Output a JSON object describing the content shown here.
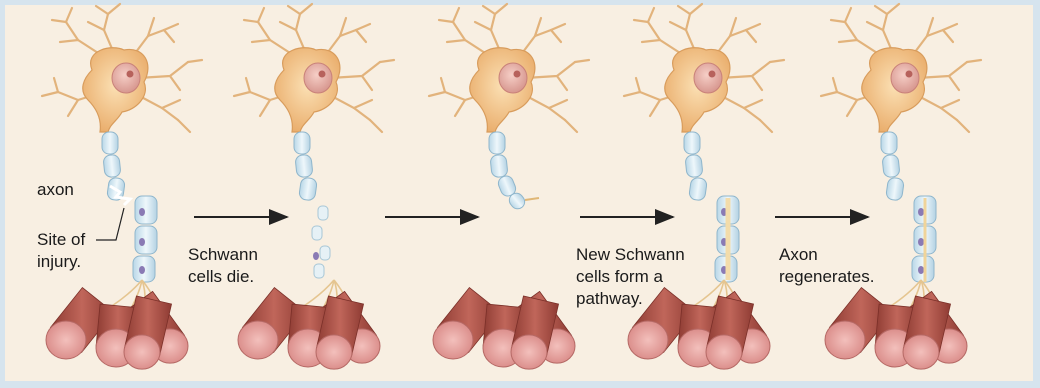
{
  "labels": {
    "axon": "axon",
    "site_line1": "Site of",
    "site_line2": "injury."
  },
  "stages": [
    {
      "caption": [
        "Schwann",
        "cells die."
      ]
    },
    {
      "caption": []
    },
    {
      "caption": [
        "New Schwann",
        "cells form a",
        "pathway."
      ]
    },
    {
      "caption": [
        "Axon",
        "regenerates."
      ]
    }
  ],
  "colors": {
    "outer_border": "#d6e4ee",
    "background": "#f8efe2",
    "soma": "#f2c690",
    "nucleus": "#e9b4aa",
    "myelin": "#d7eaf4",
    "schwann_nucleus": "#8a7ab4",
    "axon_core": "#f3dcaa",
    "muscle": "#b1574c",
    "muscle_end": "#e9a9a6",
    "arrow": "#222222"
  }
}
